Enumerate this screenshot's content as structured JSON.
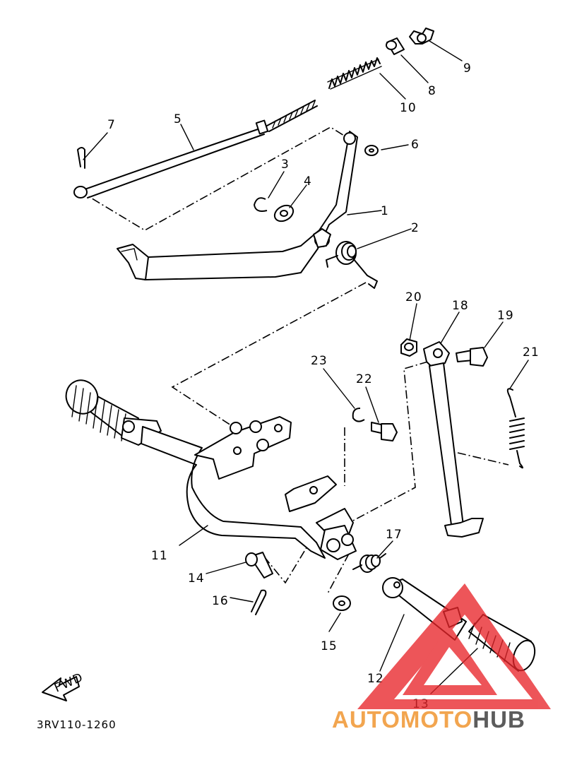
{
  "diagram": {
    "labels": [
      "1",
      "2",
      "3",
      "4",
      "5",
      "6",
      "7",
      "8",
      "9",
      "10",
      "11",
      "12",
      "13",
      "14",
      "15",
      "16",
      "17",
      "18",
      "19",
      "20",
      "21",
      "22",
      "23"
    ],
    "fwd_text": "FWD",
    "code": "3RV110-1260"
  },
  "watermark": {
    "part1": "AUTOMOTO",
    "part2": "HUB",
    "colors": {
      "red": "#e8262b",
      "orange": "#f2a54f",
      "gray": "#5c5c5c"
    }
  }
}
